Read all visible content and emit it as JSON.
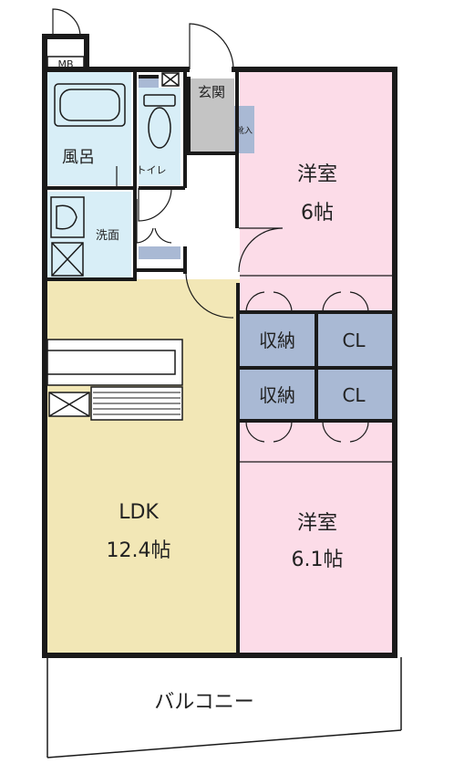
{
  "rooms": {
    "mb": "MB",
    "bath": "風呂",
    "toilet": "トイレ",
    "washroom": "洗面",
    "entrance": "玄関",
    "shoe_storage": "靴入",
    "western_1_name": "洋室",
    "western_1_size": "6帖",
    "western_2_name": "洋室",
    "western_2_size": "6.1帖",
    "ldk_name": "LDK",
    "ldk_size": "12.4帖",
    "storage_1": "収納",
    "storage_2": "収納",
    "closet_1": "CL",
    "closet_2": "CL",
    "balcony": "バルコニー"
  },
  "colors": {
    "western_rooms": "#fcdce8",
    "ldk": "#f2e7b6",
    "wet_areas": "#d8eef7",
    "entrance": "#c4c4c4",
    "storage": "#a9b9d4",
    "walls": "#1a1a1a"
  }
}
